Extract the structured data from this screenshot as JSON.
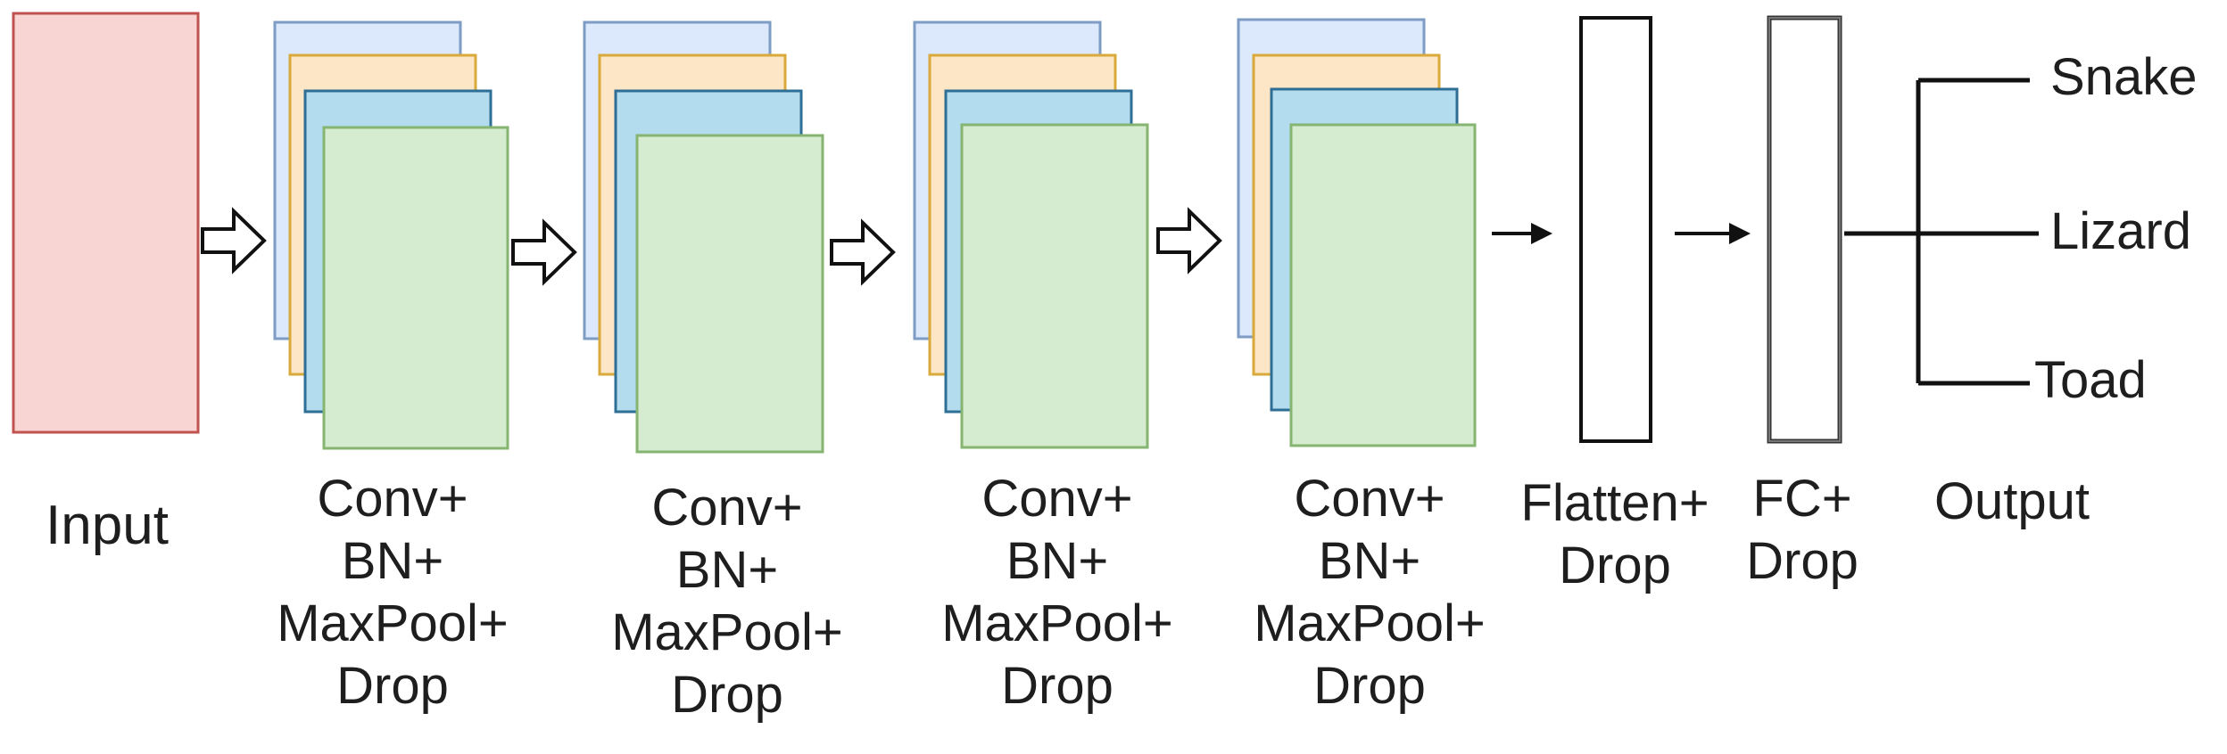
{
  "colors": {
    "input_fill": "#f8d5d3",
    "input_stroke": "#c0534f",
    "layer_blue_light_fill": "#dce8fb",
    "layer_blue_light_stroke": "#7e9cc4",
    "layer_orange_fill": "#fde6c6",
    "layer_orange_stroke": "#d9a93b",
    "layer_blue_fill": "#b3dcef",
    "layer_blue_stroke": "#2f6f95",
    "layer_green_fill": "#d6ecd0",
    "layer_green_stroke": "#86b571",
    "line": "#111111"
  },
  "input": {
    "label": "Input"
  },
  "conv_blocks": [
    {
      "lines": [
        "Conv+",
        "BN+",
        "MaxPool+",
        "Drop"
      ]
    },
    {
      "lines": [
        "Conv+",
        "BN+",
        "MaxPool+",
        "Drop"
      ]
    },
    {
      "lines": [
        "Conv+",
        "BN+",
        "MaxPool+",
        "Drop"
      ]
    },
    {
      "lines": [
        "Conv+",
        "BN+",
        "MaxPool+",
        "Drop"
      ]
    }
  ],
  "flatten": {
    "lines": [
      "Flatten+",
      "Drop"
    ]
  },
  "fc": {
    "lines": [
      "FC+",
      "Drop"
    ]
  },
  "output": {
    "label": "Output",
    "classes": [
      "Snake",
      "Lizard",
      "Toad"
    ]
  }
}
